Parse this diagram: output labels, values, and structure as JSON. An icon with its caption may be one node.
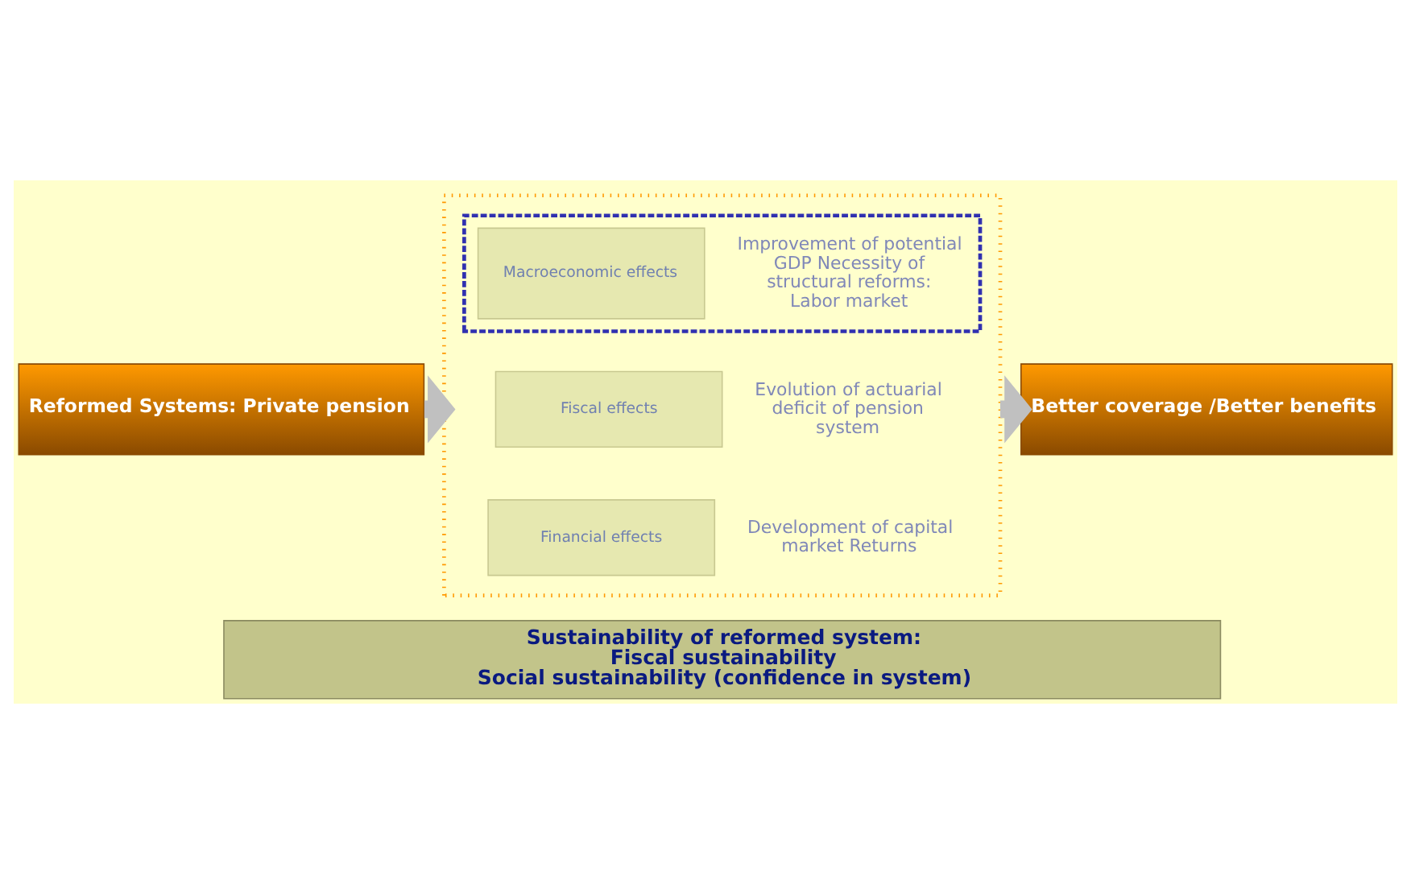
{
  "diagram": {
    "nodes": [
      {
        "text": [
          "Reformed Systems: Private pension"
        ]
      },
      {
        "text": [],
        "shape": "box"
      },
      {
        "text": [],
        "shape": "box",
        "in": 1
      },
      {
        "text": [
          "Macroeconomic effects"
        ],
        "in": 2,
        "beside": [
          "Improvement of potential GDP Necessity of structural reforms: Labor market"
        ]
      },
      {
        "text": [
          "Fiscal effects"
        ],
        "in": 1,
        "beside": [
          "Evolution of actuarial deficit of pension system"
        ]
      },
      {
        "text": [
          "Financial effects"
        ],
        "in": 1,
        "beside": [
          "Development of capital market Returns"
        ]
      },
      {
        "text": [
          "Better coverage /Better benefits"
        ]
      },
      {
        "text": [
          "Sustainability of reformed system:",
          "Fiscal sustainability",
          "Social sustainability (confidence in system)"
        ]
      }
    ],
    "edges": [
      {
        "from": 0,
        "to": 1,
        "arrow": "to"
      },
      {
        "from": 1,
        "to": 6,
        "arrow": "to"
      }
    ]
  }
}
